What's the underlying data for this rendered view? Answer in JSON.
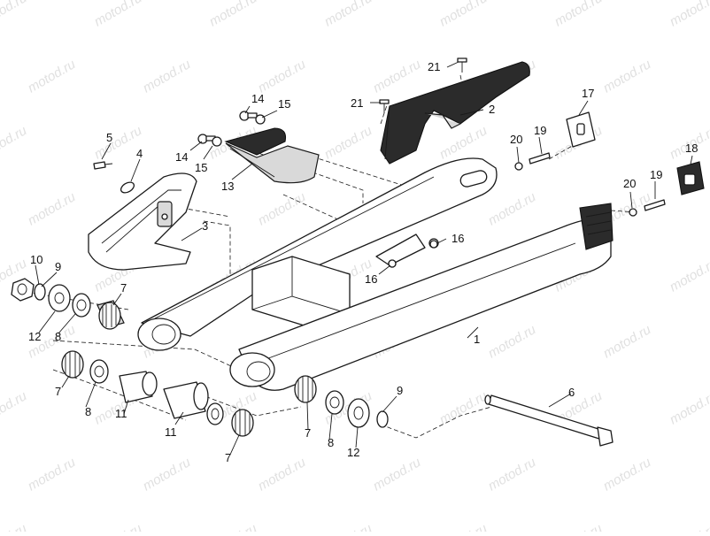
{
  "watermark": "motod.ru",
  "callouts": [
    {
      "id": "c1",
      "label": "1"
    },
    {
      "id": "c2",
      "label": "2"
    },
    {
      "id": "c3",
      "label": "3"
    },
    {
      "id": "c4",
      "label": "4"
    },
    {
      "id": "c5",
      "label": "5"
    },
    {
      "id": "c6",
      "label": "6"
    },
    {
      "id": "c7a",
      "label": "7"
    },
    {
      "id": "c7b",
      "label": "7"
    },
    {
      "id": "c7c",
      "label": "7"
    },
    {
      "id": "c7d",
      "label": "7"
    },
    {
      "id": "c8a",
      "label": "8"
    },
    {
      "id": "c8b",
      "label": "8"
    },
    {
      "id": "c8c",
      "label": "8"
    },
    {
      "id": "c9a",
      "label": "9"
    },
    {
      "id": "c9b",
      "label": "9"
    },
    {
      "id": "c10",
      "label": "10"
    },
    {
      "id": "c11a",
      "label": "11"
    },
    {
      "id": "c11b",
      "label": "11"
    },
    {
      "id": "c12a",
      "label": "12"
    },
    {
      "id": "c12b",
      "label": "12"
    },
    {
      "id": "c13",
      "label": "13"
    },
    {
      "id": "c14a",
      "label": "14"
    },
    {
      "id": "c14b",
      "label": "14"
    },
    {
      "id": "c15a",
      "label": "15"
    },
    {
      "id": "c15b",
      "label": "15"
    },
    {
      "id": "c16a",
      "label": "16"
    },
    {
      "id": "c16b",
      "label": "16"
    },
    {
      "id": "c17",
      "label": "17"
    },
    {
      "id": "c18",
      "label": "18"
    },
    {
      "id": "c19a",
      "label": "19"
    },
    {
      "id": "c19b",
      "label": "19"
    },
    {
      "id": "c20a",
      "label": "20"
    },
    {
      "id": "c20b",
      "label": "20"
    },
    {
      "id": "c21a",
      "label": "21"
    },
    {
      "id": "c21b",
      "label": "21"
    }
  ]
}
